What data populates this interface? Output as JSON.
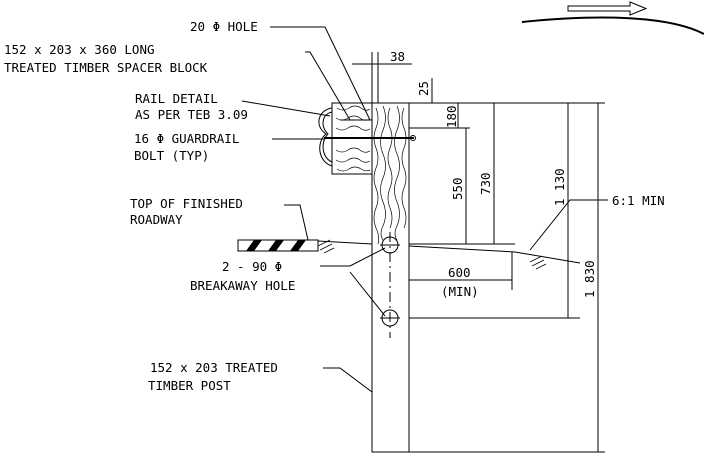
{
  "labels": {
    "hole_20": "20 Φ HOLE",
    "spacer_1": "152 x 203 x 360 LONG",
    "spacer_2": "TREATED TIMBER SPACER BLOCK",
    "rail_1": "RAIL DETAIL",
    "rail_2": "AS PER TEB 3.09",
    "bolt_1": "16 Φ GUARDRAIL",
    "bolt_2": "BOLT (TYP)",
    "top_1": "TOP OF FINISHED",
    "top_2": "ROADWAY",
    "slope": "6:1 MIN",
    "holes_1": "2 - 90 Φ",
    "holes_2": "BREAKAWAY HOLE",
    "post_1": "152 x 203 TREATED",
    "post_2": "TIMBER POST"
  },
  "dimensions": {
    "d38": "38",
    "d25": "25",
    "d180": "180",
    "d550": "550",
    "d730": "730",
    "d1130": "1 130",
    "d600": "600",
    "d600_note": "(MIN)",
    "d1830": "1 830"
  },
  "colors": {
    "ink": "#000000",
    "paper": "#ffffff"
  },
  "icons": {
    "traffic_direction": "arrow-right-outline-icon"
  }
}
